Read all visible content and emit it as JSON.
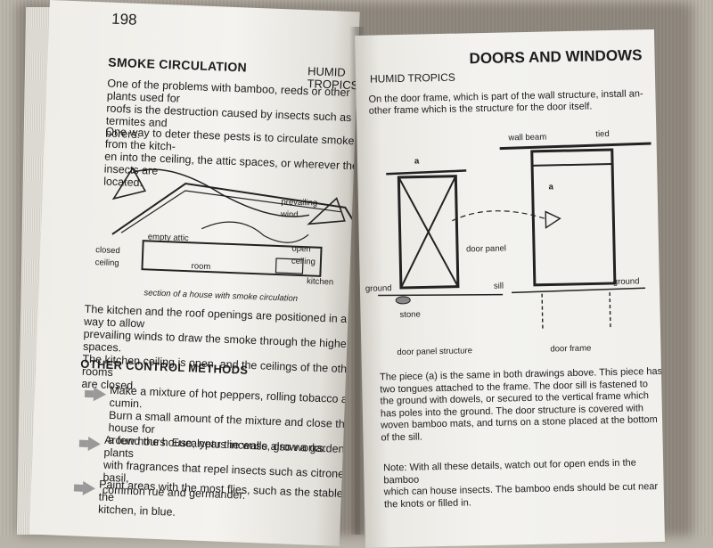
{
  "left_page": {
    "page_number": "198",
    "section_title": "SMOKE CIRCULATION",
    "running_head": "HUMID TROPICS",
    "para1": [
      "One of the problems with bamboo, reeds or other plants used for",
      "roofs is the destruction caused by insects such as termites and",
      "borers."
    ],
    "para2": [
      "One way to deter these pests is to circulate smoke from the kitch-",
      "en into the ceiling, the attic spaces, or wherever the insects are",
      "located."
    ],
    "diagram_labels": {
      "prevailing_wind": "prevailing wind",
      "empty_attic": "empty attic",
      "open_ceiling": "open ceiling",
      "closed_ceiling": "closed ceiling",
      "room": "room",
      "kitchen": "kitchen",
      "caption": "section of a house with smoke circulation"
    },
    "para3": [
      "The kitchen and the roof openings are positioned in a way to allow",
      "prevailing winds to draw the smoke through the higher spaces.",
      "The kitchen ceiling is open, and the ceilings of the other rooms",
      "are closed."
    ],
    "other_title": "OTHER CONTROL METHODS",
    "bullets": [
      [
        "Make a mixture of hot peppers, rolling tobacco and cumin.",
        "Burn a small amount of the mixture and close the house for",
        "a few hours. Eucalyptus incense also works."
      ],
      [
        "Around the house, near the walls, grow a garden of plants",
        "with fragrances that repel insects such as citronella, basil,",
        "common rue and germander."
      ],
      [
        "Paint areas with the most flies, such as the stable or the",
        "kitchen, in blue."
      ]
    ]
  },
  "right_page": {
    "running_head": "HUMID TROPICS",
    "section_title": "DOORS AND WINDOWS",
    "intro": [
      "On the door frame, which is part of the wall structure, install an-",
      "other frame which is the structure for the door itself."
    ],
    "diagram_labels": {
      "wall_beam": "wall beam",
      "tied": "tied",
      "a1": "a",
      "a2": "a",
      "door_panel": "door panel",
      "sill": "sill",
      "ground1": "ground",
      "ground2": "ground",
      "stone": "stone",
      "caption1": "door panel structure",
      "caption2": "door frame"
    },
    "para1": [
      "The piece (a) is the same in both drawings above. This piece has",
      "two tongues attached to the frame. The door sill is fastened to",
      "the ground with dowels, or secured to the vertical frame which",
      "has poles into the ground. The door structure is covered with",
      "woven bamboo mats, and turns on a stone placed at the bottom",
      "of the sill."
    ],
    "note": [
      "Note: With all these details, watch out for open ends in the bamboo",
      "which can house insects. The bamboo ends should be cut near",
      "the knots or filled in."
    ]
  }
}
